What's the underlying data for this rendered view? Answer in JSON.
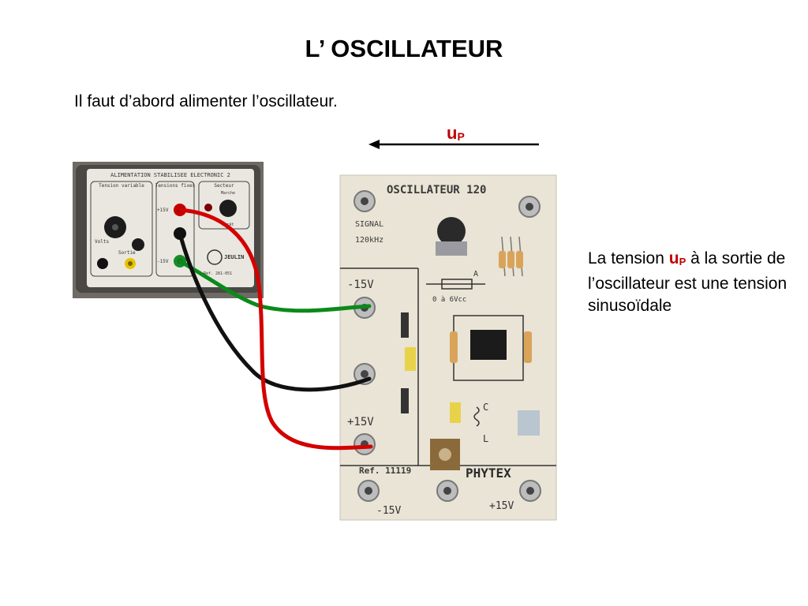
{
  "slide": {
    "title": "L’ OSCILLATEUR",
    "intro": "Il faut d’abord alimenter l’oscillateur.",
    "arrow_label": {
      "main": "u",
      "sub": "P"
    },
    "description": {
      "before": "La tension ",
      "u_main": "u",
      "u_sub": "P",
      "after": " à la sortie de l’oscillateur est une tension sinusoïdale"
    }
  },
  "power_supply": {
    "header": "ALIMENTATION STABILISEE   ELECTRONIC 2",
    "tension_variable": "Tension variable",
    "tensions_fixes": "Tensions fixes",
    "secteur": "Secteur",
    "marche": "Marche",
    "arret": "Arrêt",
    "volts": "Volts",
    "sortie": "Sortie",
    "plus15": "+15V",
    "minus15": "-15V",
    "ref": "Ref. 281-051",
    "brand": "JEULIN"
  },
  "oscillator_board": {
    "title": "OSCILLATEUR 120",
    "signal": "SIGNAL",
    "freq": "120kHz",
    "pot_label": "A",
    "range": "0 à 6Vcc",
    "minus15": "-15V",
    "plus15": "+15V",
    "c_label": "C",
    "l_label": "L",
    "ref": "Ref. 11119",
    "brand": "PHYTEX",
    "bottom_minus15": "-15V",
    "bottom_plus15": "+15V"
  },
  "colors": {
    "accent_red": "#c00000",
    "wire_red": "#d40000",
    "wire_black": "#111111",
    "wire_green": "#0a8a1a",
    "board": "#ece6d6"
  }
}
